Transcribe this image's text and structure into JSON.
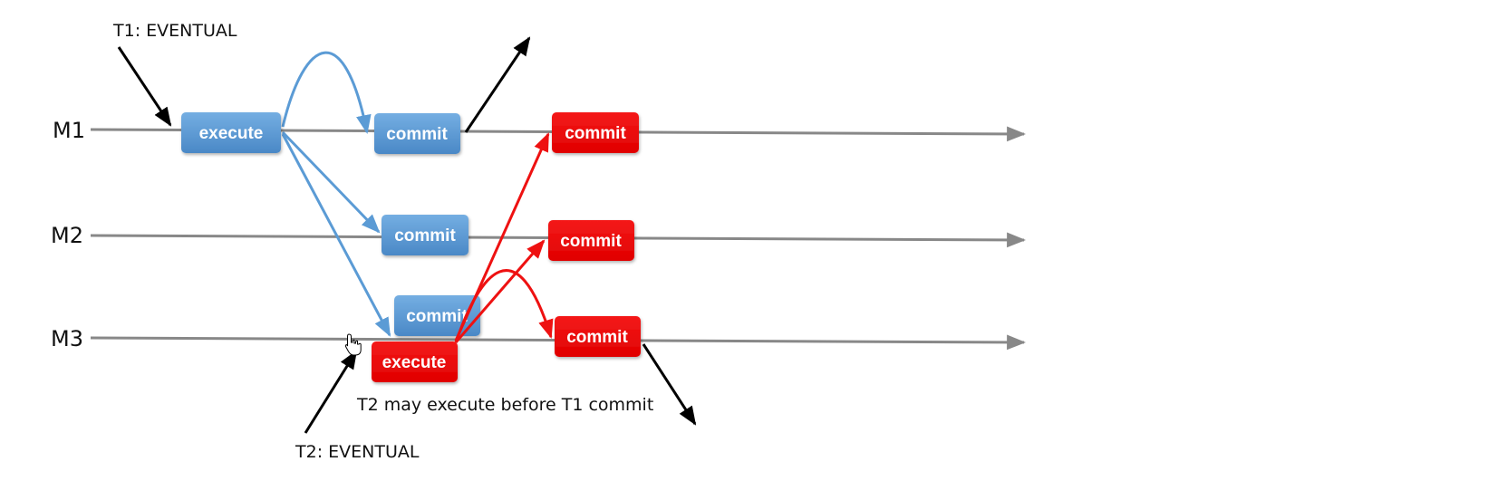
{
  "lanes": {
    "m1": "M1",
    "m2": "M2",
    "m3": "M3"
  },
  "labels": {
    "t1": "T1: EVENTUAL",
    "t2": "T2: EVENTUAL",
    "note": "T2 may execute before T1 commit"
  },
  "t1": {
    "execute": "execute",
    "commit_m1": "commit",
    "commit_m2": "commit",
    "commit_m3": "commit"
  },
  "t2": {
    "execute": "execute",
    "commit_m1": "commit",
    "commit_m2": "commit",
    "commit_m3": "commit"
  },
  "colors": {
    "t1": "#5b9bd5",
    "t2": "#ee1111",
    "timeline": "#888888",
    "annotation": "#000000"
  }
}
